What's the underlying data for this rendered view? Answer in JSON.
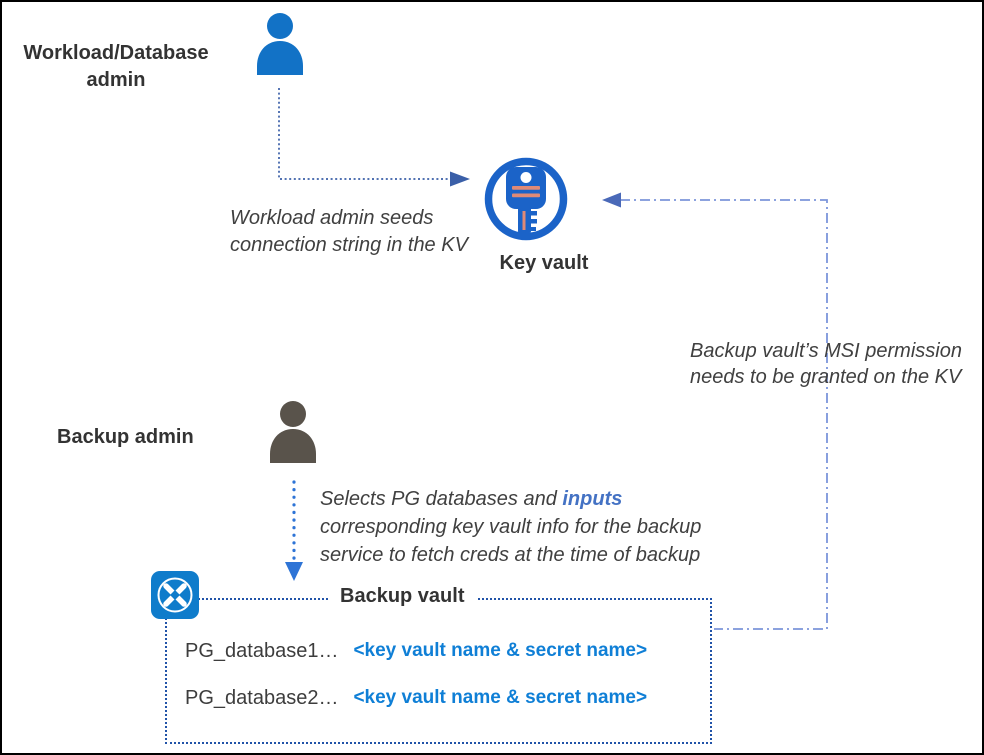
{
  "colors": {
    "person-blue": "#1272c6",
    "person-dark": "#59534b",
    "keyvault-blue": "#1b63c8",
    "keyvault-accent": "#e08a76",
    "backupvault-blue": "#0f7ccb",
    "arrow-navy": "#3a5fa8",
    "arrow-blue": "#2e74d6",
    "arrow-cornflower": "#7c95da",
    "box-navy": "#2153a8",
    "text-blue": "#0f7fd6",
    "inputs-blue": "#4472c4"
  },
  "actors": {
    "workload_admin": {
      "label": "Workload/Database admin"
    },
    "backup_admin": {
      "label": "Backup admin"
    }
  },
  "key_vault": {
    "label": "Key vault"
  },
  "backup_vault": {
    "label": "Backup vault",
    "rows": [
      {
        "db": "PG_database1…",
        "kv": "<key vault name & secret name>"
      },
      {
        "db": "PG_database2…",
        "kv": "<key vault name & secret name>"
      }
    ]
  },
  "notes": {
    "seed": {
      "line1": "Workload admin seeds",
      "line2": "connection string in the KV"
    },
    "msi": {
      "line1": "Backup vault’s MSI permission",
      "line2": "needs to be granted on the KV"
    },
    "selects": {
      "line1_pre": "Selects PG databases and ",
      "line1_highlight": "inputs",
      "line2": "corresponding key vault info for the backup",
      "line3": "service to fetch creds at the time of  backup"
    }
  }
}
